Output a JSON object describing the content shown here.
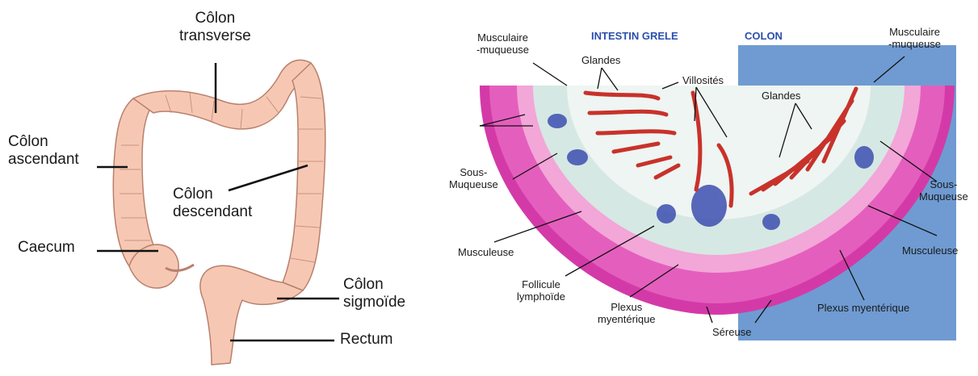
{
  "left_diagram": {
    "labels": {
      "transverse": "Côlon\ntransverse",
      "ascendant": "Côlon\nascendant",
      "descendant": "Côlon\ndescendant",
      "caecum": "Caecum",
      "sigmoide": "Côlon\nsigmoïde",
      "rectum": "Rectum"
    }
  },
  "right_diagram": {
    "headings": {
      "intestin": "INTESTIN GRELE",
      "colon": "COLON"
    },
    "labels": {
      "musc_muq_left": "Musculaire\n-muqueuse",
      "glandes_left": "Glandes",
      "villosites": "Villosités",
      "musc_muq_right": "Musculaire\n-muqueuse",
      "glandes_right": "Glandes",
      "sous_muq_left": "Sous-\nMuqueuse",
      "sous_muq_right": "Sous-\nMuqueuse",
      "musculeuse_left": "Musculeuse",
      "musculeuse_right": "Musculeuse",
      "follicule": "Follicule\nlymphoïde",
      "plexus_left": "Plexus\nmyentérique",
      "plexus_right": "Plexus myentérique",
      "sereuse": "Séreuse"
    }
  },
  "colors": {
    "colon_fill": "#f6c8b4",
    "colon_stroke": "#b9806c",
    "panel_blue": "#6f9bd2",
    "serosa": "#d33aa8",
    "muscle": "#e45fbd",
    "submucosa": "#d6e8e3",
    "villi": "#c8322b",
    "lymph": "#3d4fb0"
  }
}
